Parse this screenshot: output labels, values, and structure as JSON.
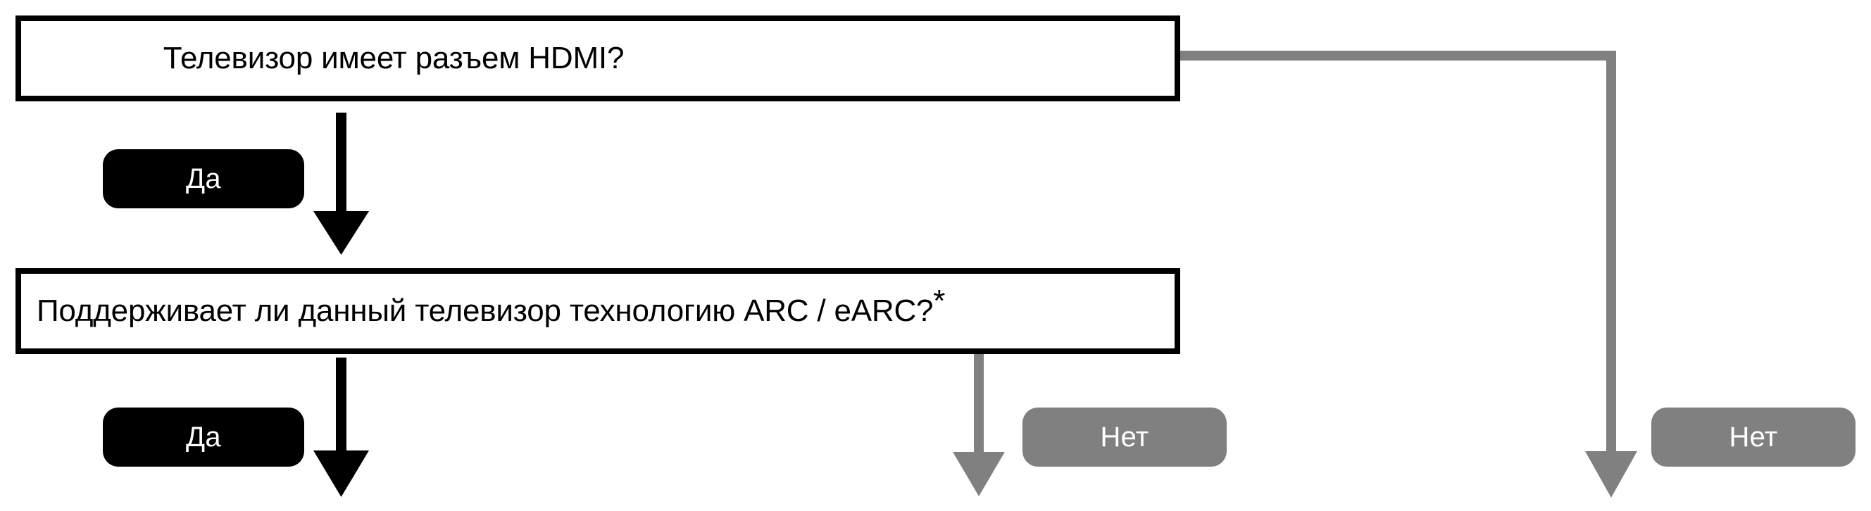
{
  "diagram": {
    "title_text_language": "ru",
    "background_color": "#ffffff",
    "nodes": [
      {
        "id": "hdmi",
        "text": "Телевизор имеет разъем HDMI?",
        "shape": "rectangle",
        "border_color": "#000000",
        "fill_color": "#ffffff",
        "text_color": "#000000"
      },
      {
        "id": "arc",
        "text": "Поддерживает ли данный телевизор технологию ARC / eARC?",
        "superscript": "*",
        "shape": "rectangle",
        "border_color": "#000000",
        "fill_color": "#ffffff",
        "text_color": "#000000"
      }
    ],
    "labels": [
      {
        "id": "yes-1",
        "text": "Да",
        "fill_color": "#000000",
        "text_color": "#ffffff"
      },
      {
        "id": "yes-2",
        "text": "Да",
        "fill_color": "#000000",
        "text_color": "#ffffff"
      },
      {
        "id": "no-1",
        "text": "Нет",
        "fill_color": "#808080",
        "text_color": "#ffffff"
      },
      {
        "id": "no-2",
        "text": "Нет",
        "fill_color": "#808080",
        "text_color": "#ffffff"
      }
    ],
    "connectors": [
      {
        "id": "hdmi-yes",
        "from": "hdmi",
        "to": "arc",
        "label": "Да",
        "color": "#000000",
        "direction": "down"
      },
      {
        "id": "hdmi-no",
        "from": "hdmi",
        "to": "offscreen-right",
        "label": "Нет",
        "color": "#808080",
        "direction": "right-then-down"
      },
      {
        "id": "arc-yes",
        "from": "arc",
        "to": "offscreen-below",
        "label": "Да",
        "color": "#000000",
        "direction": "down"
      },
      {
        "id": "arc-no",
        "from": "arc",
        "to": "offscreen-below",
        "label": "Нет",
        "color": "#808080",
        "direction": "down"
      }
    ]
  }
}
